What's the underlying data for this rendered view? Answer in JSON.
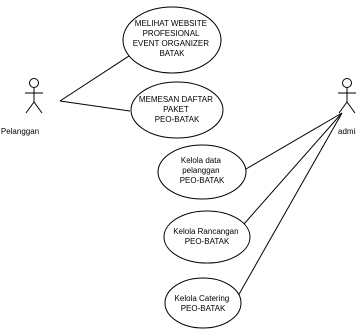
{
  "actors": {
    "pelanggan": {
      "label": "Pelanggan"
    },
    "admin": {
      "label": "admin"
    }
  },
  "use_cases": [
    {
      "lines": [
        "MELIHAT WEBSITE",
        "PROFESIONAL",
        "EVENT ORGANIZER",
        "BATAK"
      ]
    },
    {
      "lines": [
        "MEMESAN DAFTAR",
        "PAKET",
        "PEO-BATAK"
      ]
    },
    {
      "lines": [
        "Kelola data",
        "pelanggan",
        "PEO-BATAK"
      ]
    },
    {
      "lines": [
        "Kelola Rancangan",
        "PEO-BATAK"
      ]
    },
    {
      "lines": [
        "Kelola Catering",
        "PEO-BATAK"
      ]
    }
  ],
  "colors": {
    "stroke": "#000000",
    "fill": "#ffffff",
    "text": "#000000"
  }
}
